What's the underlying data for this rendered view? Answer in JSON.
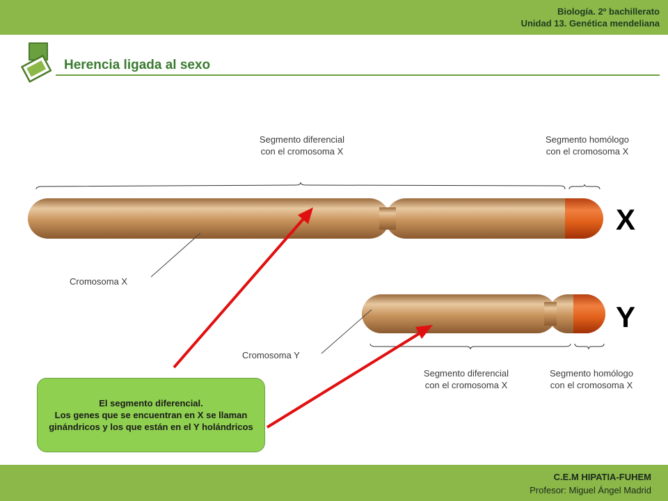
{
  "header": {
    "line1": "Biología. 2º bachillerato",
    "line2": "Unidad 13. Genética mendeliana"
  },
  "title": "Herencia ligada al sexo",
  "labels": {
    "x_diff_segment": "Segmento diferencial con el cromosoma X",
    "x_homol_segment": "Segmento homólogo con el cromosoma X",
    "y_diff_segment": "Segmento diferencial con el cromosoma X",
    "y_homol_segment": "Segmento homólogo con el cromosoma X",
    "chrom_x": "Cromosoma X",
    "chrom_y": "Cromosoma Y",
    "letter_x": "X",
    "letter_y": "Y"
  },
  "callout": {
    "line1": "El segmento diferencial.",
    "line2": "Los genes que se encuentran en X se llaman ginándricos y los que están en el Y holándricos"
  },
  "footer": {
    "school": "C.E.M HIPATIA-FUHEM",
    "teacher": "Profesor: Miguel Ángel Madrid"
  },
  "colors": {
    "bar_green": "#8cb84a",
    "title_green": "#3a7a30",
    "chromosome": "#c8935c",
    "homologous": "#e0601a",
    "arrow": "#e01010",
    "callout": "#8fd050"
  }
}
